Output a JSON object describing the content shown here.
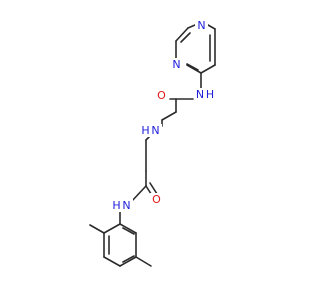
{
  "colors": {
    "bond": "#2b2b2b",
    "nitrogen": "#1f1fdc",
    "oxygen": "#e01818",
    "background": "#ffffff"
  },
  "atoms": {
    "pyrazine_n4": "N",
    "pyrazine_n1": "N",
    "amide_nh_top": "N",
    "amide_h_top": "H",
    "carbonyl_o_top": "O",
    "amine_n": "N",
    "amine_h": "H",
    "carbonyl_o_bottom": "O",
    "amide_nh_bottom": "N",
    "amide_h_bottom": "H"
  }
}
